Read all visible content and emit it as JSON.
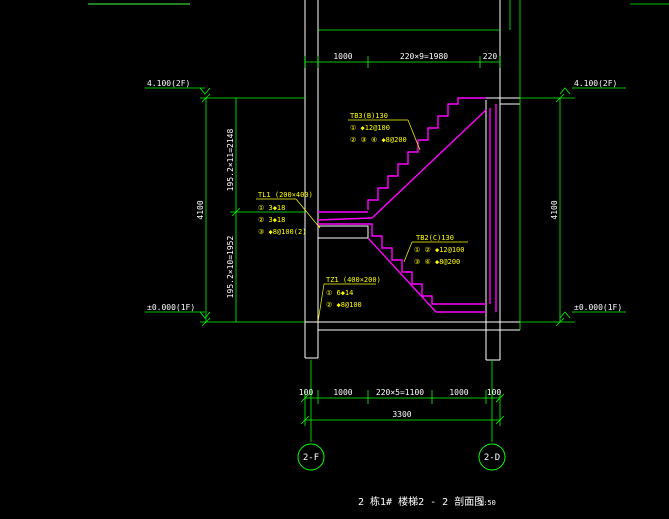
{
  "drawing": {
    "title": "2 栋1# 楼梯2 - 2 剖面图",
    "scale": "1:50"
  },
  "levels": {
    "top_left": "4.100(2F)",
    "top_right": "4.100(2F)",
    "bottom_left": "±0.000(1F)",
    "bottom_right": "±0.000(1F)"
  },
  "top_dims": {
    "d1": "1000",
    "d2": "220×9=1980",
    "d3": "220"
  },
  "bottom_dims": {
    "d0": "100",
    "d1": "1000",
    "d2": "220×5=1100",
    "d3": "1000",
    "d4": "100",
    "total": "3300"
  },
  "left_dims": {
    "upper": "195.2×11=2148",
    "lower": "195.2×10=1952",
    "total": "4100"
  },
  "right_dims": {
    "total": "4100"
  },
  "axes": {
    "left": "2-F",
    "right": "2-D"
  },
  "annotations": {
    "tb3": {
      "title": "TB3(B)130",
      "line1": "① ◆12@100",
      "line2": "② ③ ④ ◆8@200"
    },
    "tl1": {
      "title": "TL1 (200×400)",
      "line1": "① 3◆18",
      "line2": "② 3◆18",
      "line3": "③ ◆8@100(2)"
    },
    "tb2": {
      "title": "TB2(C)130",
      "line1": "① ② ◆12@100",
      "line2": "③ ④ ◆8@200"
    },
    "tz1": {
      "title": "TZ1 (400×200)",
      "line1": "① 6◆14",
      "line2": "② ◆8@100"
    }
  }
}
